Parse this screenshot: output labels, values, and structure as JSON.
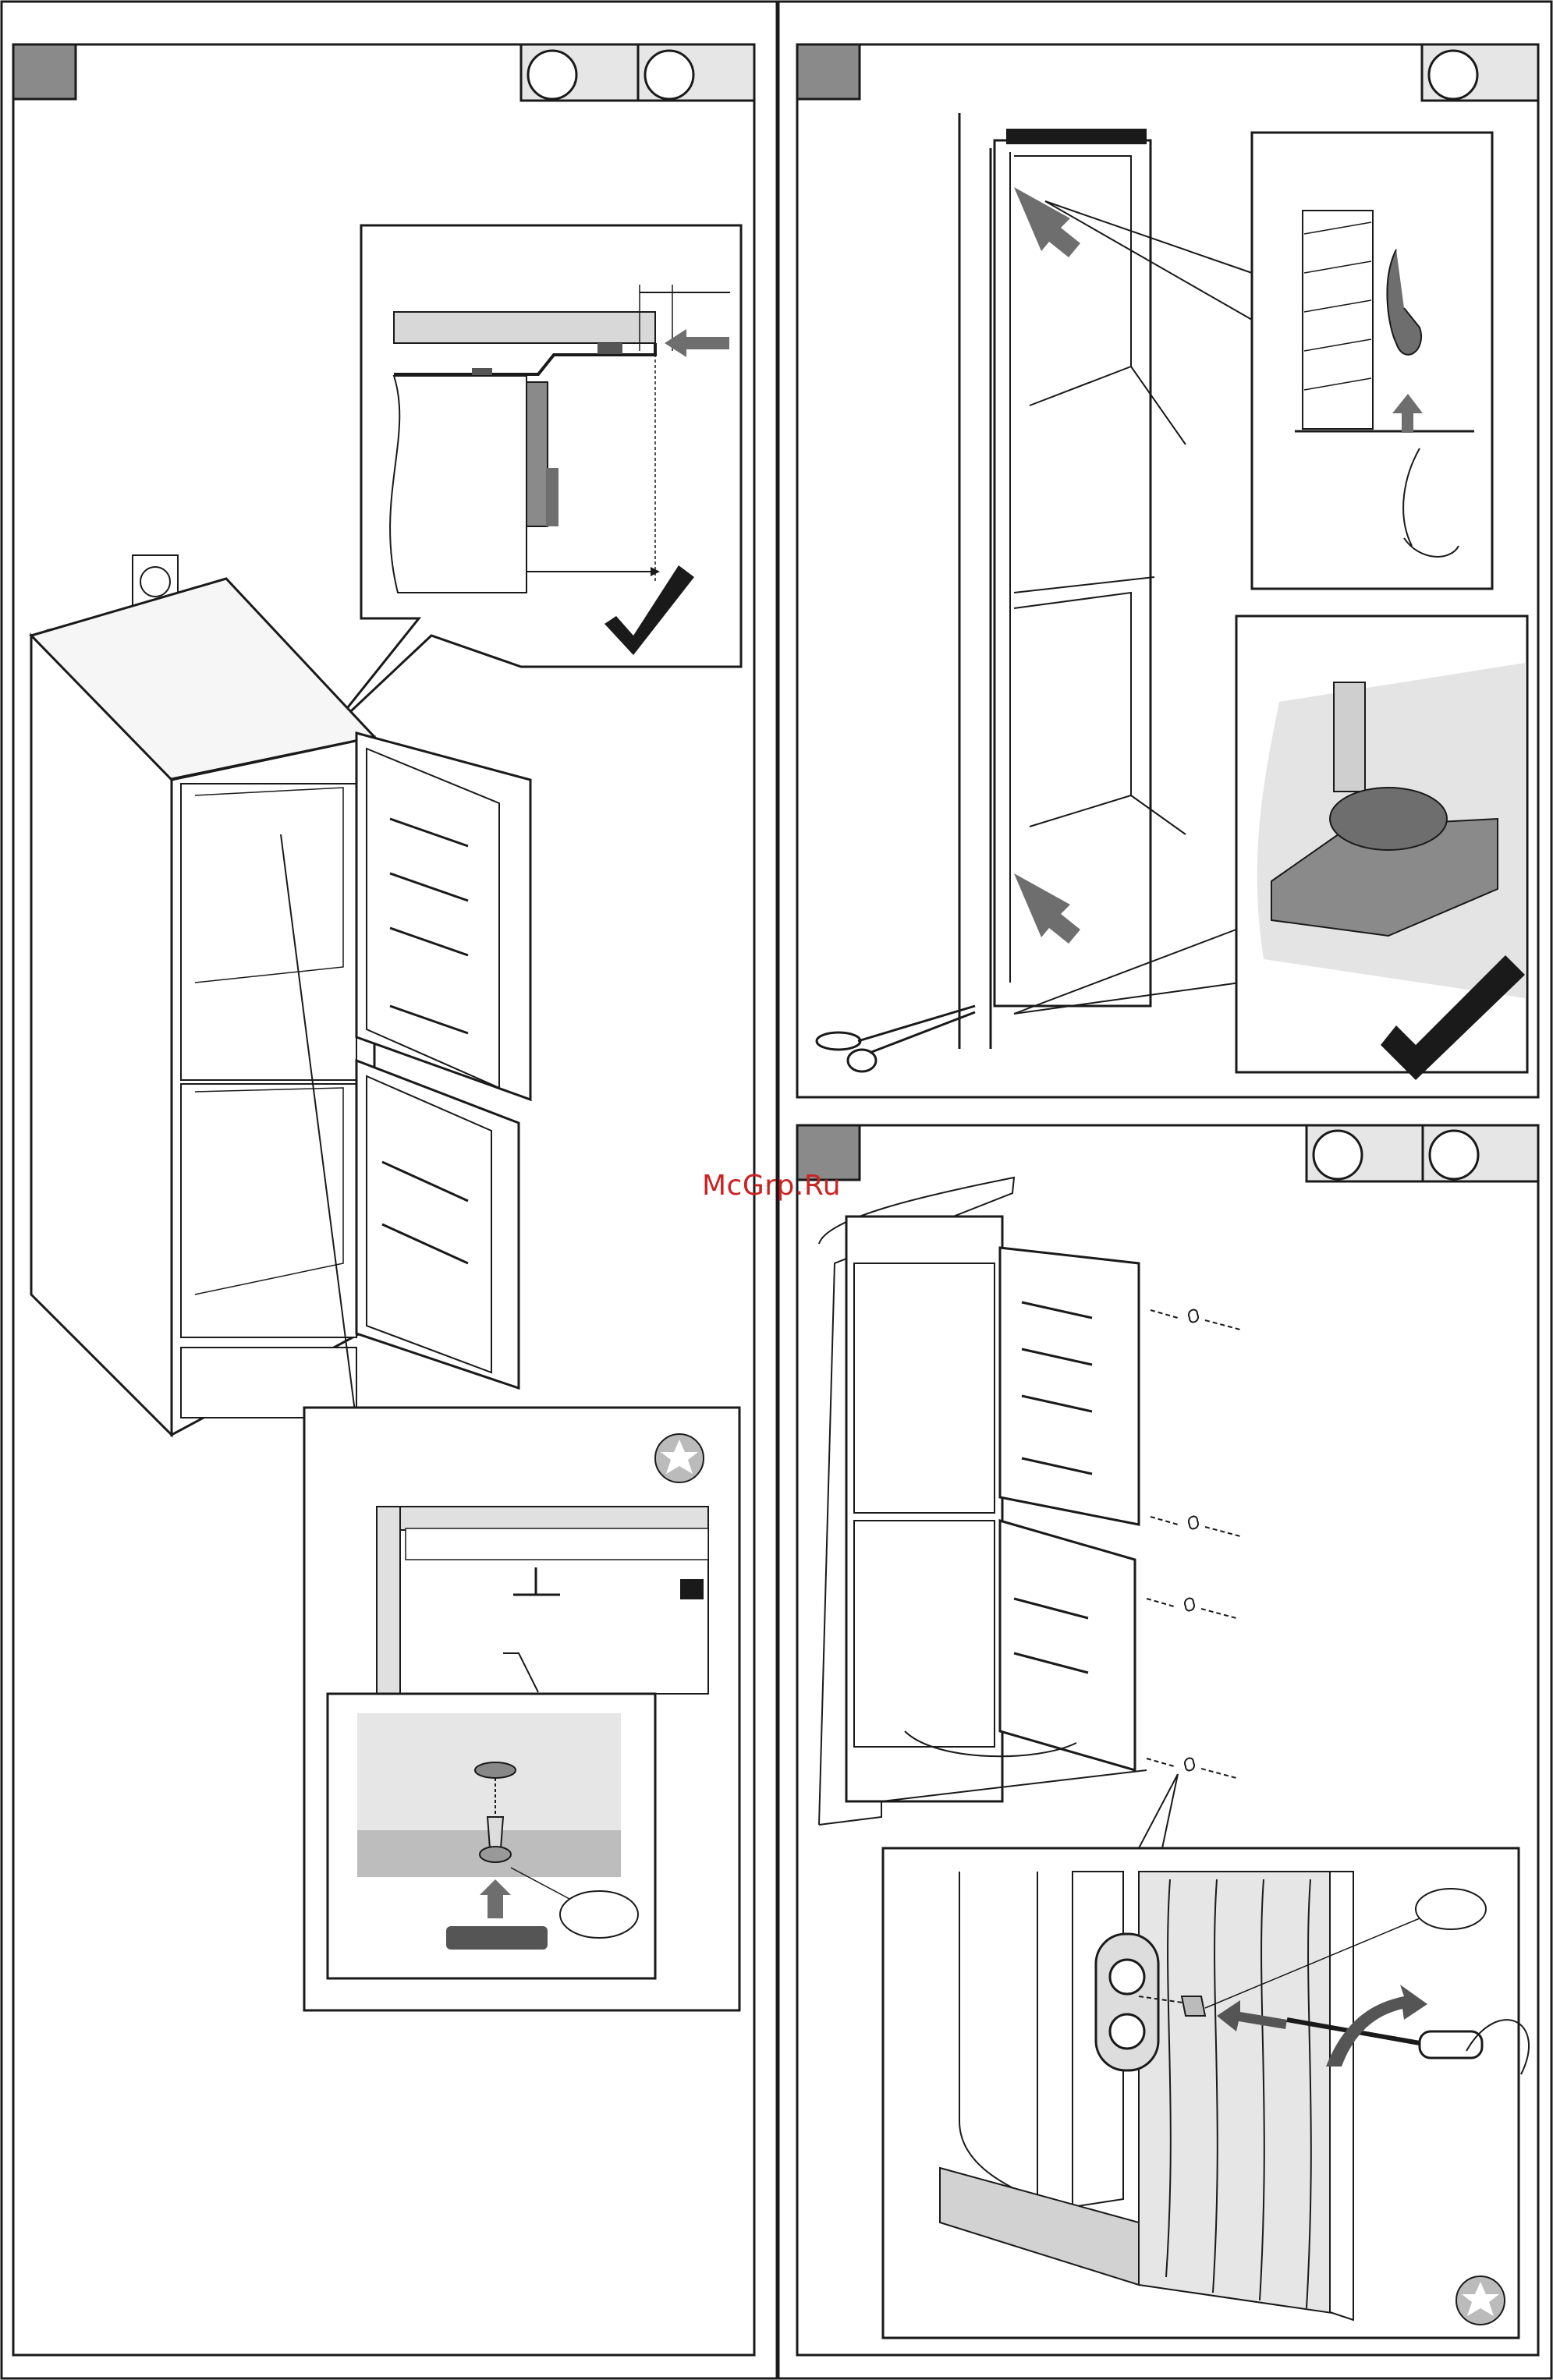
{
  "watermark": "McGrp.Ru",
  "panels": [
    {
      "id": "panel-left",
      "callouts": [
        "",
        ""
      ],
      "step": ""
    },
    {
      "id": "panel-top-right",
      "callouts": [
        ""
      ],
      "step": ""
    },
    {
      "id": "panel-bottom-right",
      "callouts": [
        "",
        ""
      ],
      "step": ""
    }
  ],
  "icons": [
    "checkmark-icon",
    "torx-icon",
    "scissors-icon",
    "screwdriver-icon",
    "arrow-icon"
  ],
  "colors": {
    "ink": "#1a1a1a",
    "step_box": "#8a8a8a",
    "callout_bg": "#e6e6e6",
    "arrow": "#6e6e6e",
    "watermark": "#cc2222"
  }
}
